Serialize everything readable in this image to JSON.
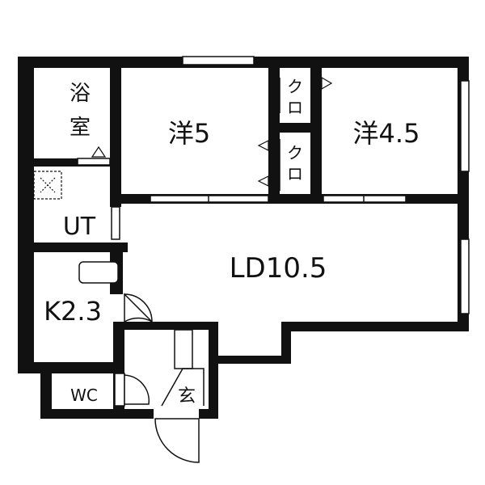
{
  "colors": {
    "wall": "#111111",
    "background": "#ffffff",
    "fixture_stroke": "#111111",
    "bath_fixture": "#888888"
  },
  "rooms": {
    "bathroom": {
      "label_line1": "浴",
      "label_line2": "室"
    },
    "western_room_1": {
      "label": "洋5"
    },
    "western_room_2": {
      "label": "洋4.5"
    },
    "closet_upper": {
      "label_line1": "ク",
      "label_line2": "ロ"
    },
    "closet_lower": {
      "label_line1": "ク",
      "label_line2": "ロ"
    },
    "utility": {
      "label": "UT"
    },
    "living_dining": {
      "label": "LD10.5"
    },
    "kitchen": {
      "label": "K2.3"
    },
    "toilet": {
      "label": "WC"
    },
    "entrance": {
      "label": "玄"
    }
  }
}
